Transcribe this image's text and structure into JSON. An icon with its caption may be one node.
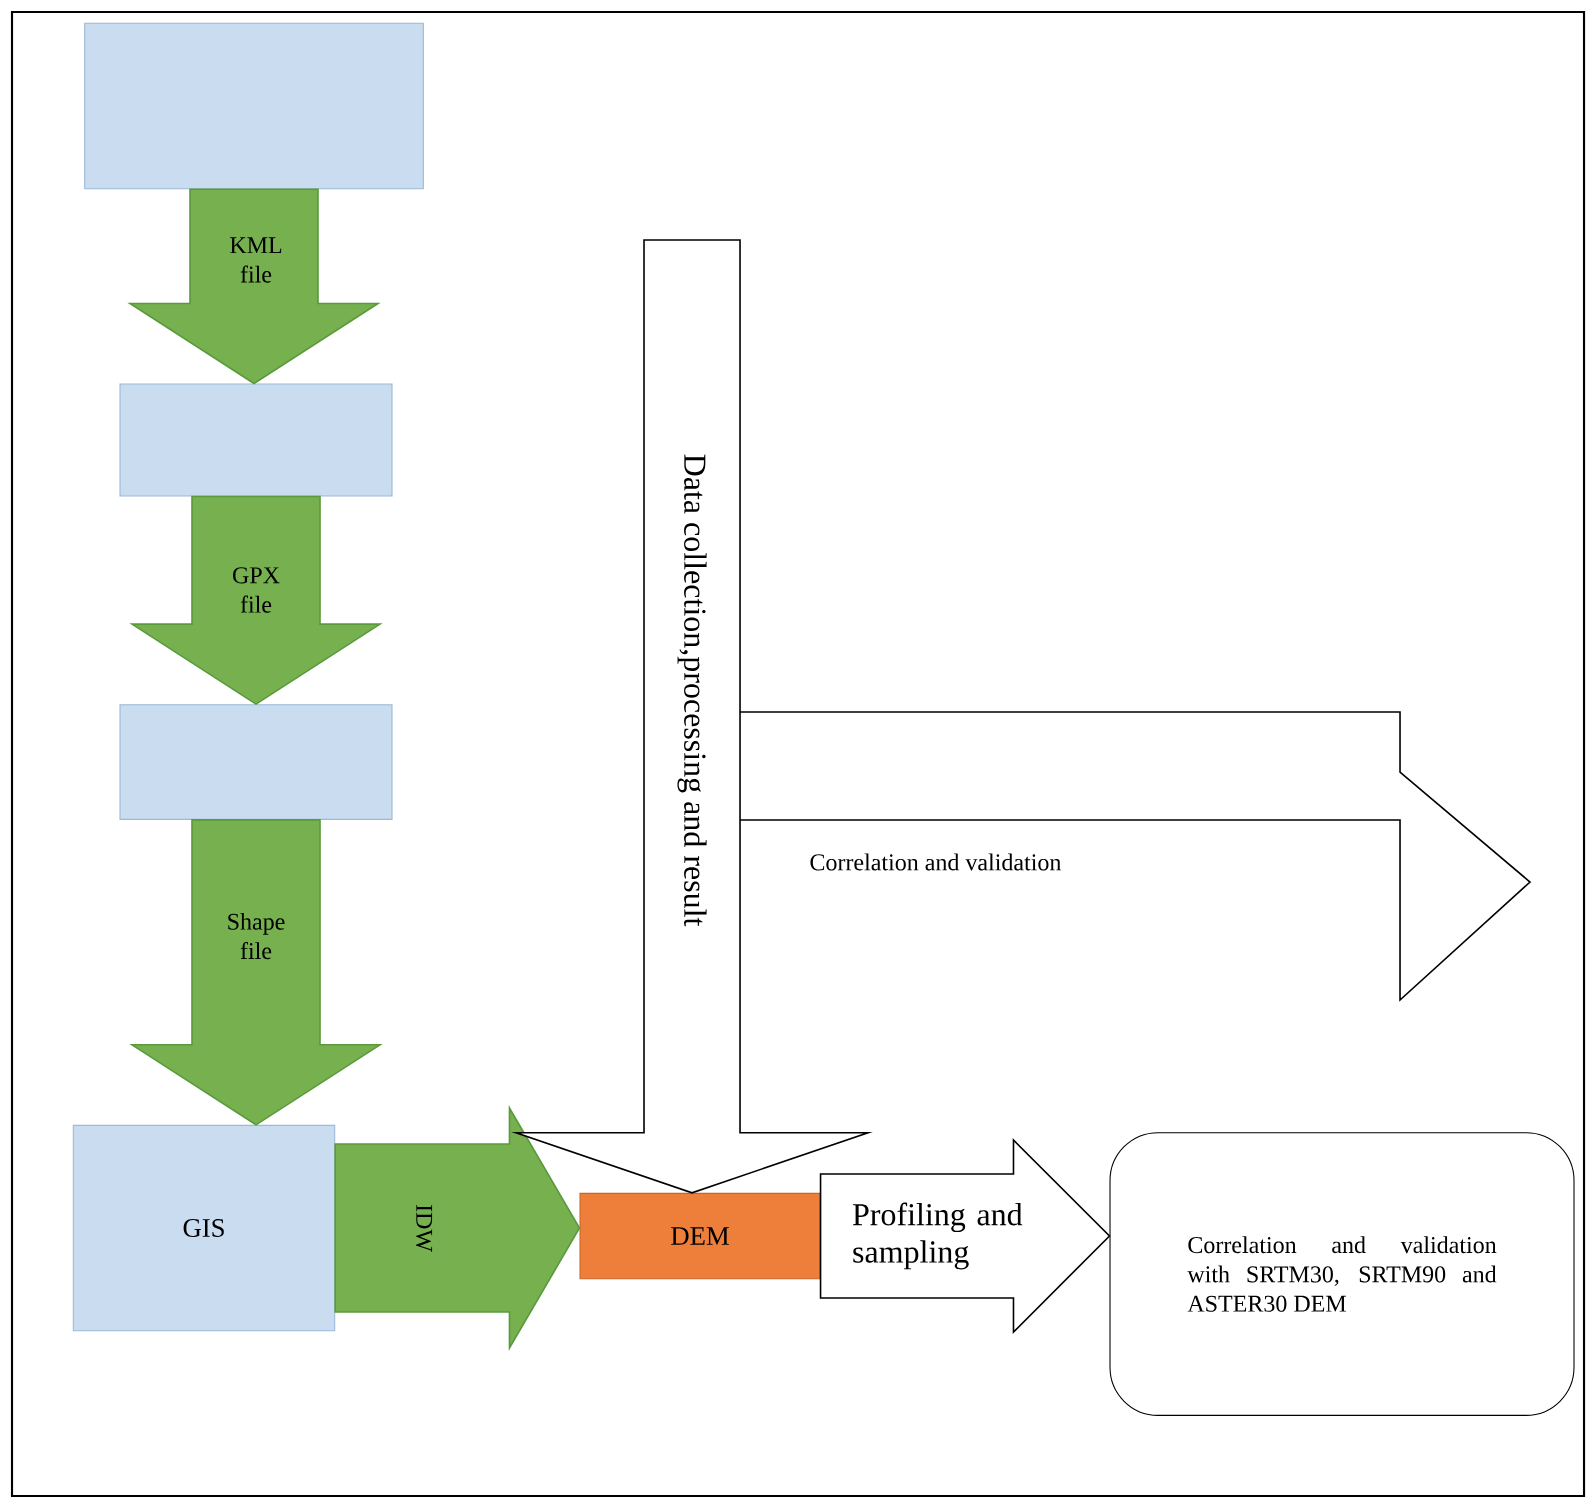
{
  "diagram": {
    "nodes": [
      {
        "text": [],
        "shape": "box"
      },
      {
        "text": [],
        "shape": "box"
      },
      {
        "text": [],
        "shape": "box"
      },
      {
        "text": [
          "GIS"
        ]
      },
      {
        "text": [
          "DEM"
        ]
      },
      {
        "text": [
          "Correlation and validation with SRTM30, SRTM90 and ASTER30 DEM"
        ]
      }
    ],
    "edges": [
      {
        "from": 0,
        "to": 1,
        "arrow": "to",
        "label": "KML file"
      },
      {
        "from": 1,
        "to": 2,
        "arrow": "to",
        "label": "GPX file"
      },
      {
        "from": 2,
        "to": 3,
        "arrow": "to",
        "label": "Shape file"
      },
      {
        "from": 3,
        "to": 4,
        "arrow": "to",
        "label": "IDW"
      },
      {
        "from": 4,
        "to": 5,
        "arrow": "to",
        "label": "Profiling and sampling",
        "color": "#ffffff"
      },
      {
        "from": null,
        "to": 4,
        "arrow": "to",
        "label": "Data collection,processing and result",
        "color": "#ffffff"
      }
    ],
    "labels": [
      "Correlation and validation"
    ]
  }
}
